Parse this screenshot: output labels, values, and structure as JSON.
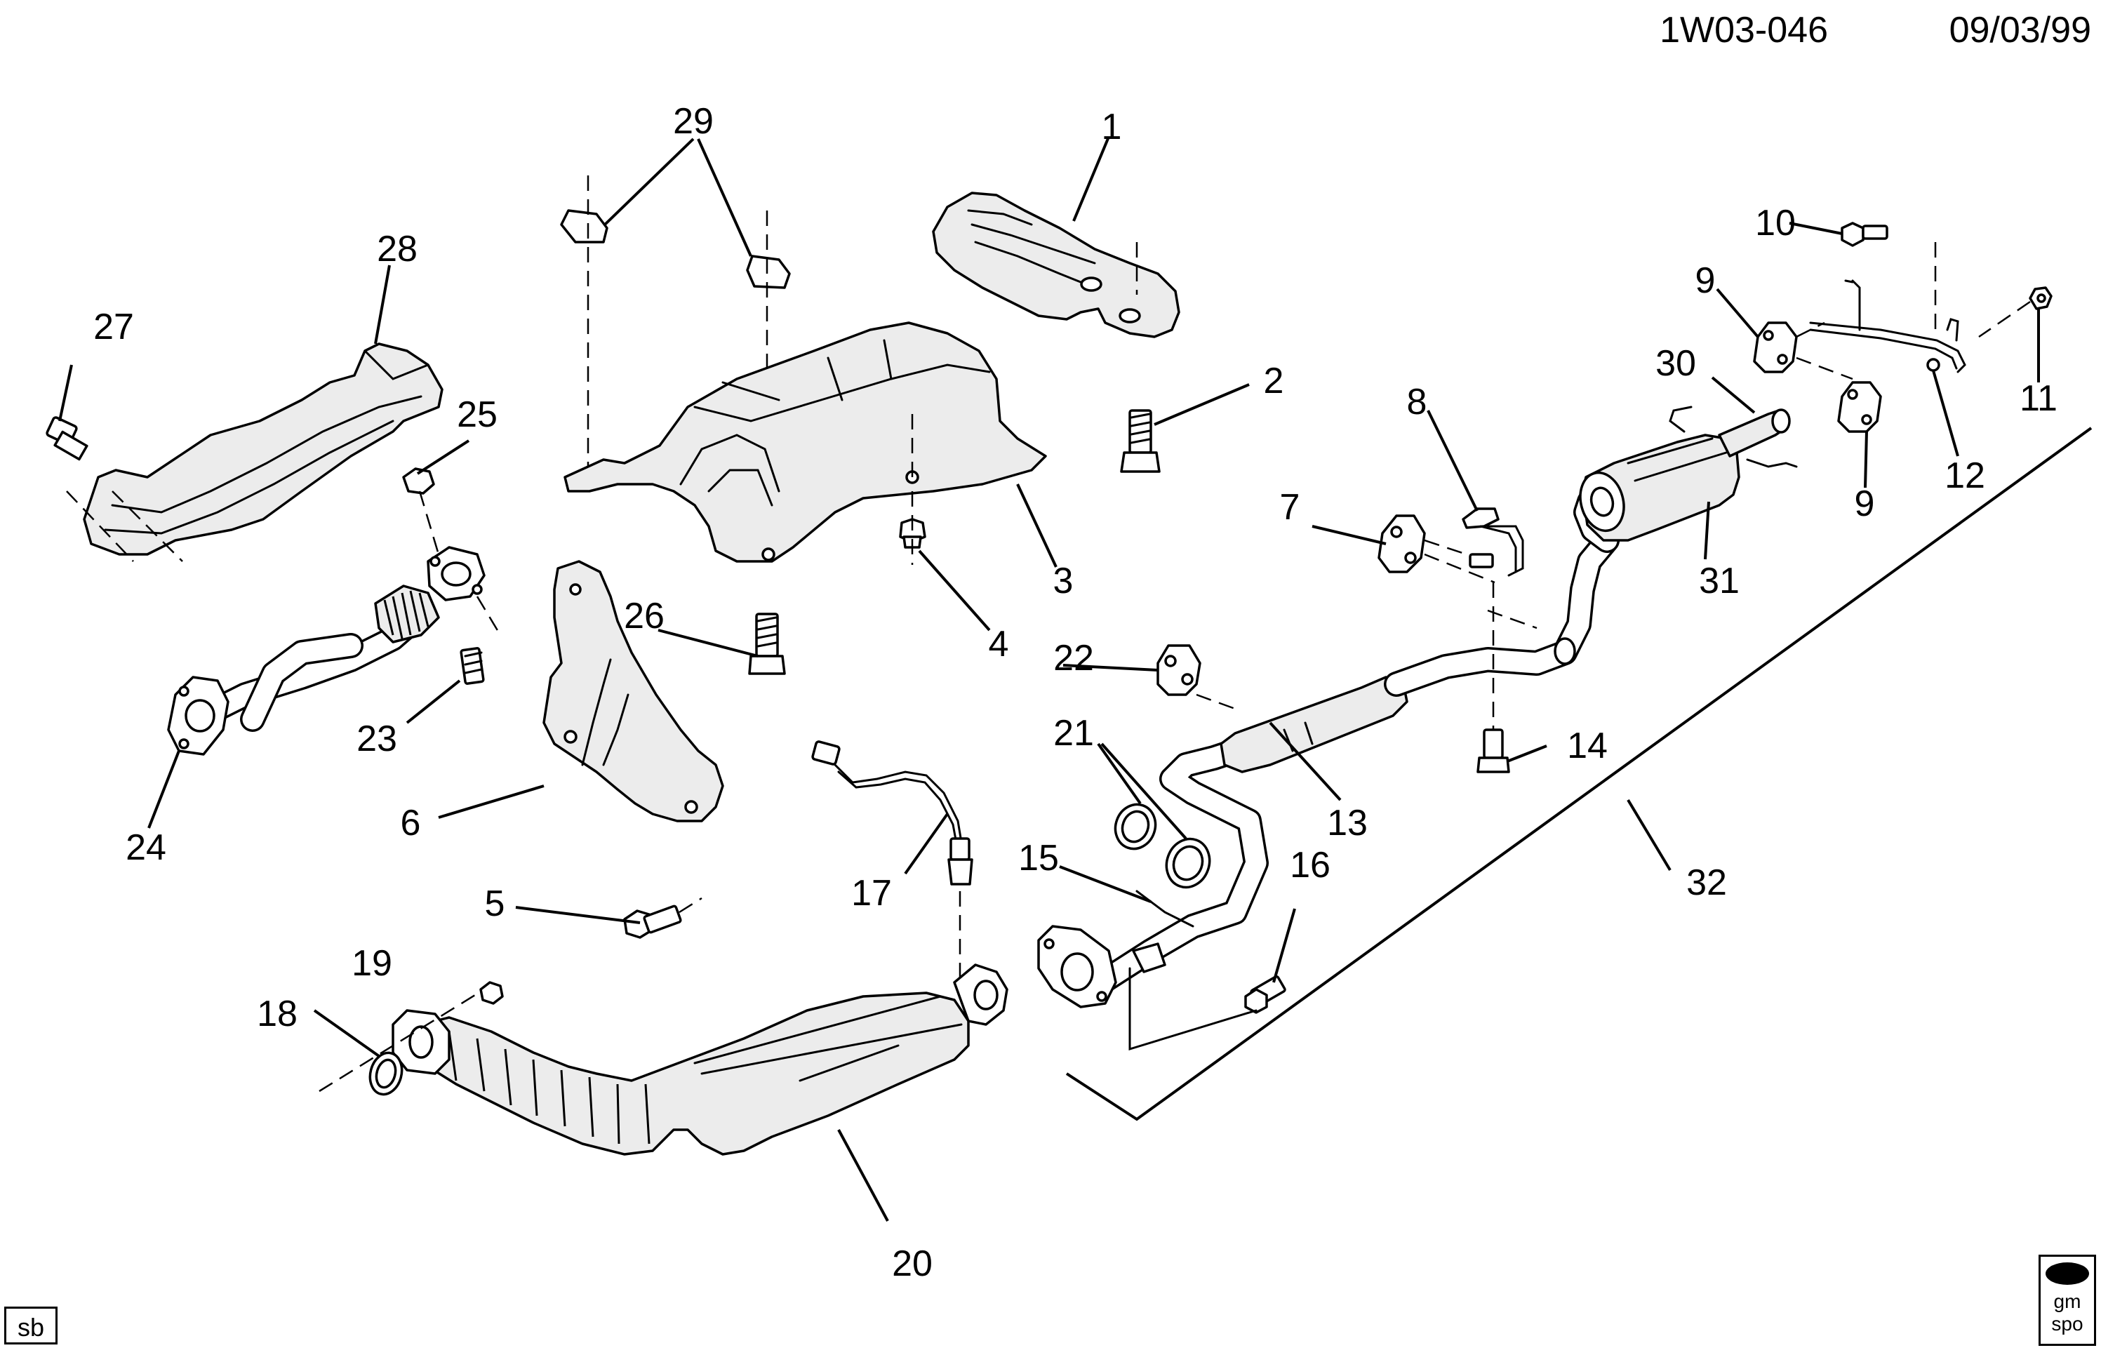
{
  "header": {
    "diagram_id": "1W03-046",
    "date": "09/03/99"
  },
  "footer": {
    "corner_tag": "sb",
    "logo_line1": "gm",
    "logo_line2": "spo"
  },
  "callouts": [
    "1",
    "2",
    "3",
    "4",
    "5",
    "6",
    "7",
    "8",
    "9",
    "9",
    "10",
    "11",
    "12",
    "13",
    "14",
    "15",
    "16",
    "17",
    "18",
    "19",
    "20",
    "21",
    "22",
    "23",
    "24",
    "25",
    "26",
    "27",
    "28",
    "29",
    "30",
    "31",
    "32"
  ]
}
